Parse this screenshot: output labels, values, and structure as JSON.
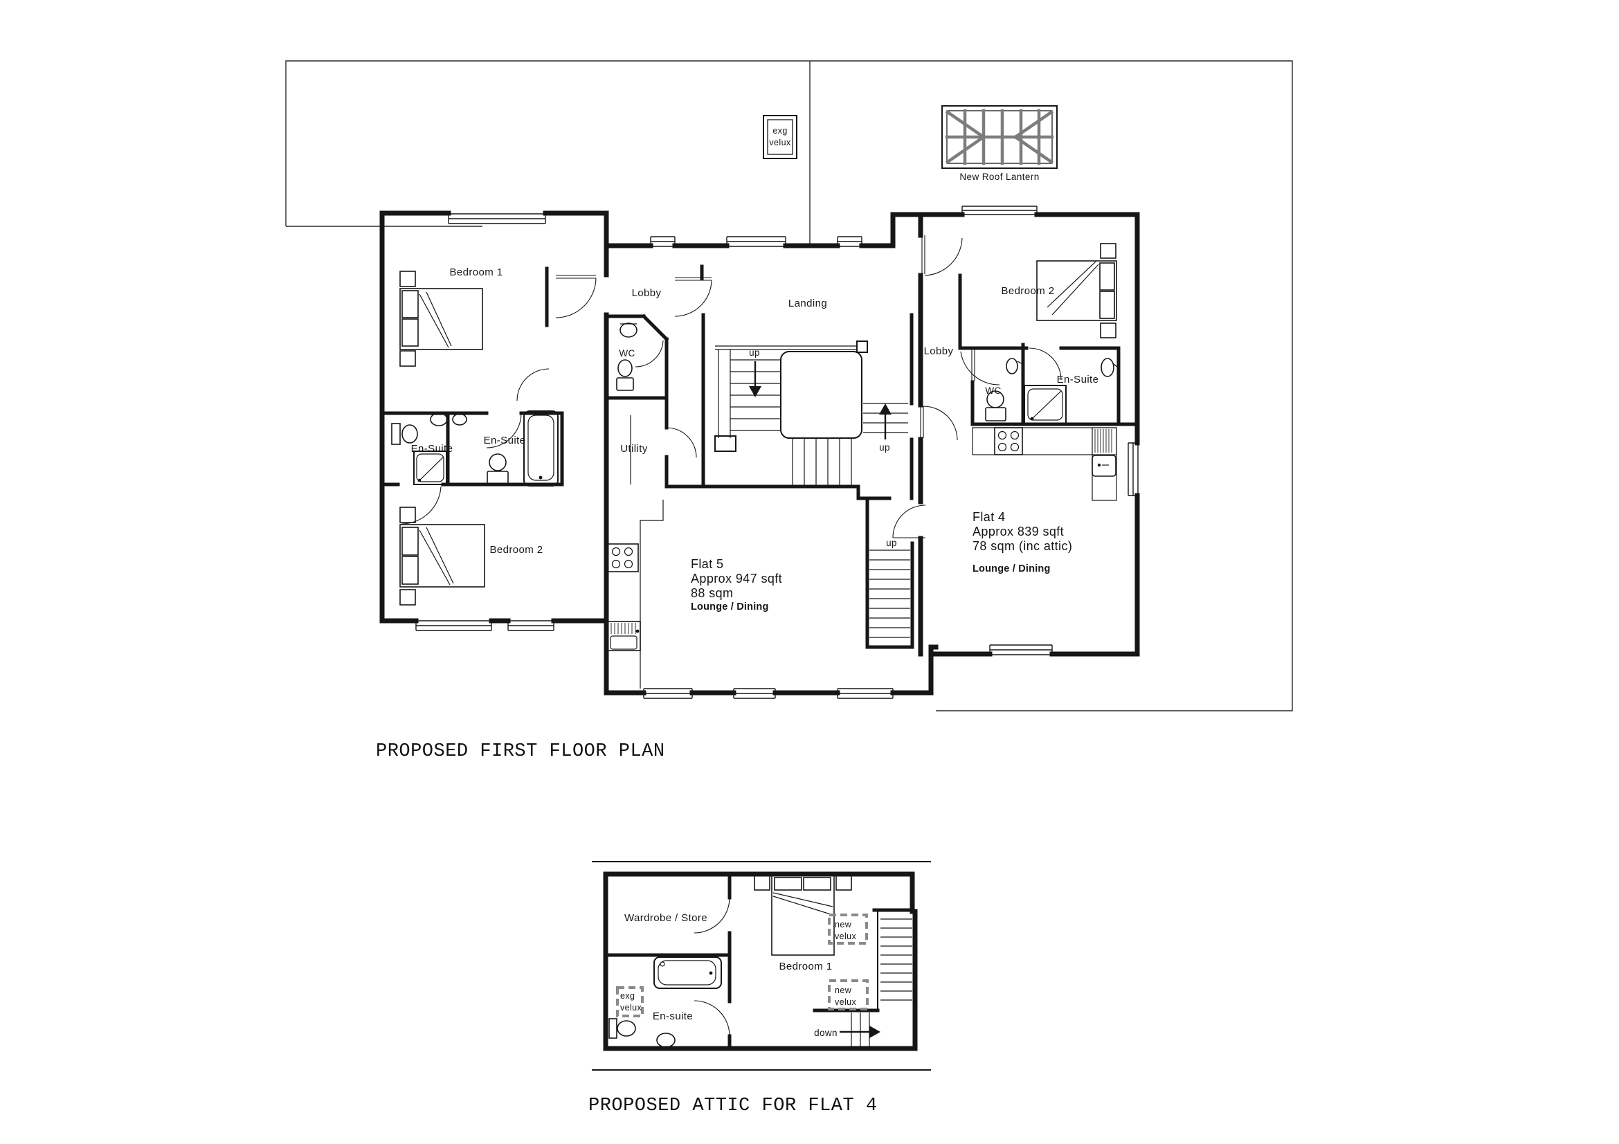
{
  "page": {
    "background": "#ffffff",
    "line_color": "#161616",
    "roof_hatch_color": "#7d7d7d",
    "velux_dash_color": "#8a8a8a"
  },
  "first_floor": {
    "title": "PROPOSED FIRST FLOOR PLAN",
    "roof": {
      "exg_velux": [
        "exg",
        "velux"
      ],
      "lantern_label": "New Roof Lantern"
    },
    "rooms": {
      "bedroom1_left": "Bedroom 1",
      "lobby_left": "Lobby",
      "wc_left": "WC",
      "ensuite_left_1": "En-Suite",
      "ensuite_left_2": "En-Suite",
      "utility": "Utility",
      "bedroom2_left": "Bedroom 2",
      "landing": "Landing",
      "lobby_right": "Lobby",
      "bedroom2_right": "Bedroom 2",
      "wc_right": "WC",
      "ensuite_right": "En-Suite"
    },
    "flat5": {
      "name": "Flat 5",
      "area1": "Approx 947 sqft",
      "area2": "88 sqm",
      "lounge": "Lounge / Dining"
    },
    "flat4": {
      "name": "Flat 4",
      "area1": "Approx 839 sqft",
      "area2": "78 sqm (inc attic)",
      "lounge": "Lounge / Dining"
    },
    "up": "up"
  },
  "attic": {
    "title": "PROPOSED ATTIC FOR FLAT 4",
    "rooms": {
      "wardrobe": "Wardrobe / Store",
      "bedroom1": "Bedroom 1",
      "ensuite": "En-suite"
    },
    "down": "down",
    "new_velux": [
      "new",
      "velux"
    ],
    "exg_velux": [
      "exg",
      "velux"
    ]
  }
}
